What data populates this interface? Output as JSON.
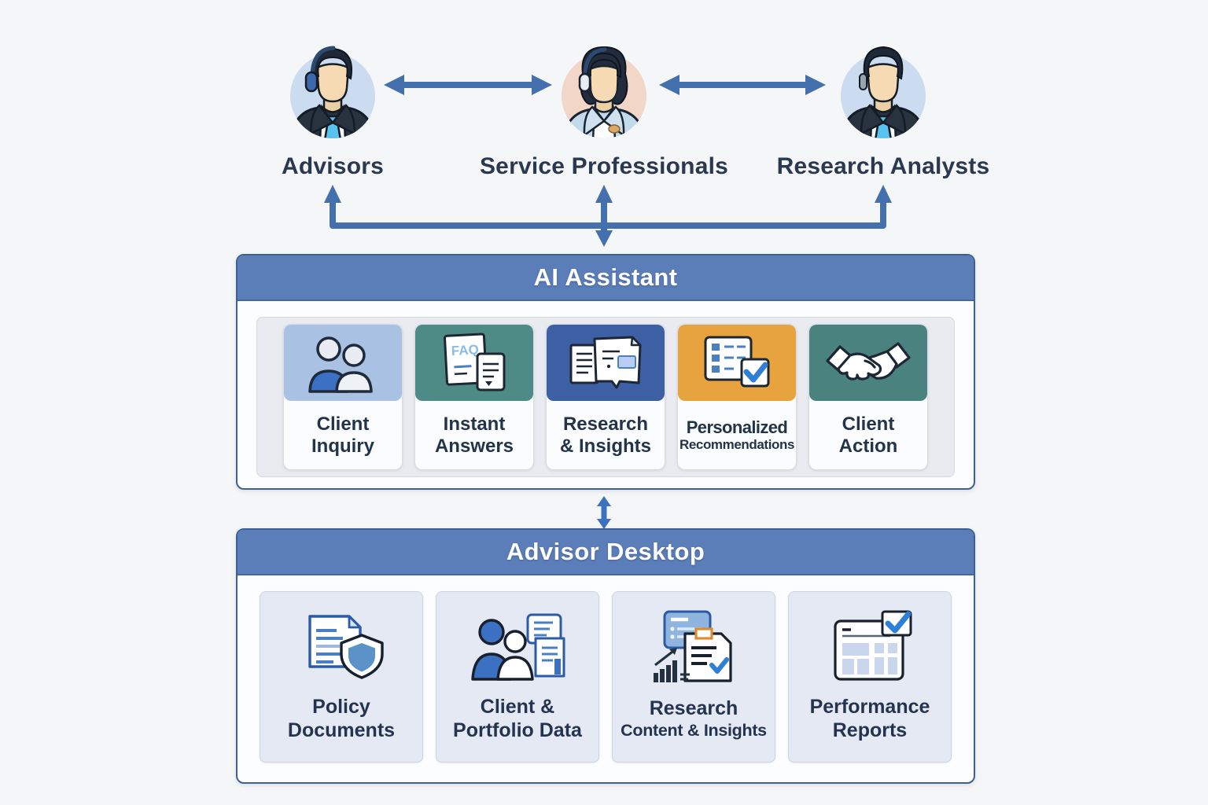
{
  "colors": {
    "background": "#f5f6f8",
    "arrow_blue": "#4470ae",
    "small_arrow_blue": "#3c72bd",
    "header_blue": "#5b7db8",
    "panel_border_blue": "#3d6094",
    "text_dark_navy": "#243450",
    "tile_client_inquiry": "#a9c2e3",
    "tile_instant_answers": "#4e8b87",
    "tile_research_insights": "#3d5fa3",
    "tile_personalized": "#e7a43e",
    "tile_client_action": "#49827f",
    "desktop_card_bg": "#e4e9f3"
  },
  "personas": [
    {
      "label": "Advisors",
      "icon": "advisor-headset-avatar"
    },
    {
      "label": "Service Professionals",
      "icon": "service-professional-headset-avatar"
    },
    {
      "label": "Research Analysts",
      "icon": "research-analyst-avatar"
    }
  ],
  "ai_assistant": {
    "title": "AI Assistant",
    "cards": [
      {
        "line1": "Client",
        "line2": "Inquiry",
        "icon": "two-users-icon"
      },
      {
        "line1": "Instant",
        "line2": "Answers",
        "icon": "faq-document-icon",
        "icon_text": "FAQ"
      },
      {
        "line1": "Research",
        "line2": "& Insights",
        "icon": "documents-stack-icon"
      },
      {
        "line1": "Personalized",
        "line2": "Recommendations",
        "icon": "checklist-check-icon"
      },
      {
        "line1": "Client",
        "line2": "Action",
        "icon": "handshake-icon"
      }
    ]
  },
  "advisor_desktop": {
    "title": "Advisor Desktop",
    "cards": [
      {
        "line1": "Policy",
        "line2": "Documents",
        "icon": "document-shield-icon"
      },
      {
        "line1": "Client &",
        "line2": "Portfolio Data",
        "icon": "clients-documents-icon"
      },
      {
        "line1": "Research",
        "line2": "Content & Insights",
        "icon": "chart-documents-icon"
      },
      {
        "line1": "Performance",
        "line2": "Reports",
        "icon": "report-check-icon"
      }
    ]
  }
}
